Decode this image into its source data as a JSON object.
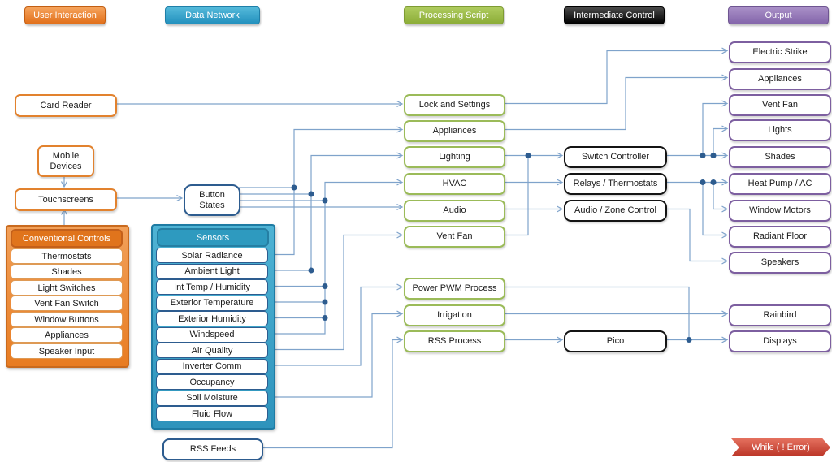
{
  "headers": [
    {
      "label": "User Interaction"
    },
    {
      "label": "Data Network"
    },
    {
      "label": "Processing Script"
    },
    {
      "label": "Intermediate Control"
    },
    {
      "label": "Output"
    }
  ],
  "user_interaction": {
    "card_reader": "Card Reader",
    "mobile_devices": "Mobile Devices",
    "touchscreens": "Touchscreens",
    "conventional_controls": {
      "title": "Conventional Controls",
      "items": [
        "Thermostats",
        "Shades",
        "Light Switches",
        "Vent Fan Switch",
        "Window Buttons",
        "Appliances",
        "Speaker Input"
      ]
    }
  },
  "data_network": {
    "button_states": "Button States",
    "sensors": {
      "title": "Sensors",
      "items": [
        "Solar Radiance",
        "Ambient Light",
        "Int Temp / Humidity",
        "Exterior Temperature",
        "Exterior Humidity",
        "Windspeed",
        "Air Quality",
        "Inverter Comm",
        "Occupancy",
        "Soil Moisture",
        "Fluid Flow"
      ]
    },
    "rss_feeds": "RSS Feeds"
  },
  "processing_script": {
    "items": [
      "Lock and Settings",
      "Appliances",
      "Lighting",
      "HVAC",
      "Audio",
      "Vent Fan",
      "Power PWM Process",
      "Irrigation",
      "RSS Process"
    ]
  },
  "intermediate_control": {
    "items": [
      "Switch Controller",
      "Relays / Thermostats",
      "Audio / Zone Control",
      "Pico"
    ]
  },
  "output": {
    "items": [
      "Electric Strike",
      "Appliances",
      "Vent Fan",
      "Lights",
      "Shades",
      "Heat Pump / AC",
      "Window Motors",
      "Radiant Floor",
      "Speakers",
      "Rainbird",
      "Displays"
    ]
  },
  "footer": {
    "while_banner": "While ( ! Error)"
  },
  "colors": {
    "orange": "#E2701B",
    "blue": "#2391BE",
    "green": "#9BBB59",
    "black": "#000000",
    "purple": "#8466AB",
    "connector": "#7FA3CB",
    "junction_dot": "#2D5C8F",
    "banner_red": "#BB3527"
  },
  "connections": [
    {
      "from": "Mobile Devices",
      "to": "Touchscreens"
    },
    {
      "from": "Conventional Controls",
      "to": "Touchscreens"
    },
    {
      "from": "Touchscreens",
      "to": "Button States"
    },
    {
      "from": "Card Reader",
      "to": "Lock and Settings"
    },
    {
      "from": "Solar Radiance",
      "to": "Appliances (script)"
    },
    {
      "from": "Button States",
      "to": "Appliances (script)"
    },
    {
      "from": "Ambient Light",
      "to": "Lighting"
    },
    {
      "from": "Button States",
      "to": "Lighting"
    },
    {
      "from": "Int Temp / Humidity",
      "to": "HVAC"
    },
    {
      "from": "Exterior Temperature",
      "to": "HVAC"
    },
    {
      "from": "Exterior Humidity",
      "to": "HVAC"
    },
    {
      "from": "Windspeed",
      "to": "HVAC"
    },
    {
      "from": "Button States",
      "to": "HVAC"
    },
    {
      "from": "Button States",
      "to": "Audio"
    },
    {
      "from": "Air Quality",
      "to": "Vent Fan (script)"
    },
    {
      "from": "Inverter Comm",
      "to": "Power PWM Process"
    },
    {
      "from": "Soil Moisture",
      "to": "Irrigation"
    },
    {
      "from": "RSS Feeds",
      "to": "RSS Process"
    },
    {
      "from": "Lock and Settings",
      "to": "Electric Strike"
    },
    {
      "from": "Appliances (script)",
      "to": "Appliances (output)"
    },
    {
      "from": "Lighting",
      "to": "Switch Controller"
    },
    {
      "from": "Vent Fan (script)",
      "to": "Switch Controller"
    },
    {
      "from": "HVAC",
      "to": "Relays / Thermostats"
    },
    {
      "from": "Audio",
      "to": "Audio / Zone Control"
    },
    {
      "from": "Switch Controller",
      "to": "Vent Fan (output)"
    },
    {
      "from": "Switch Controller",
      "to": "Lights"
    },
    {
      "from": "Switch Controller",
      "to": "Shades"
    },
    {
      "from": "Relays / Thermostats",
      "to": "Heat Pump / AC"
    },
    {
      "from": "Relays / Thermostats",
      "to": "Window Motors"
    },
    {
      "from": "Relays / Thermostats",
      "to": "Radiant Floor"
    },
    {
      "from": "Audio / Zone Control",
      "to": "Speakers"
    },
    {
      "from": "Power PWM Process",
      "to": "Displays"
    },
    {
      "from": "RSS Process",
      "to": "Pico"
    },
    {
      "from": "Pico",
      "to": "Displays"
    },
    {
      "from": "Irrigation",
      "to": "Rainbird"
    }
  ]
}
